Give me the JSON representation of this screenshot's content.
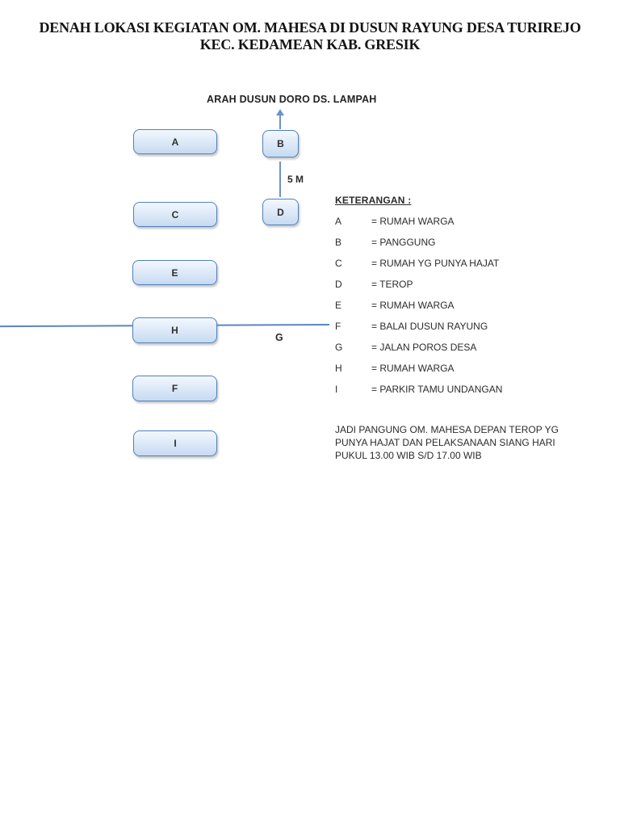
{
  "page": {
    "title_line1": "DENAH LOKASI KEGIATAN OM. MAHESA DI DUSUN RAYUNG DESA TURIREJO",
    "title_line2": "KEC. KEDAMEAN KAB. GRESIK"
  },
  "diagram": {
    "direction_label": "ARAH DUSUN DORO DS. LAMPAH",
    "distance_label": "5 M",
    "road_label": "G",
    "boxes": [
      {
        "id": "A",
        "label": "A"
      },
      {
        "id": "B",
        "label": "B"
      },
      {
        "id": "C",
        "label": "C"
      },
      {
        "id": "D",
        "label": "D"
      },
      {
        "id": "E",
        "label": "E"
      },
      {
        "id": "H",
        "label": "H"
      },
      {
        "id": "F",
        "label": "F"
      },
      {
        "id": "I",
        "label": "I"
      }
    ]
  },
  "legend": {
    "heading": "KETERANGAN :",
    "items": [
      {
        "key": "A",
        "value": "= RUMAH WARGA"
      },
      {
        "key": "B",
        "value": "= PANGGUNG"
      },
      {
        "key": "C",
        "value": "= RUMAH YG PUNYA HAJAT"
      },
      {
        "key": "D",
        "value": "= TEROP"
      },
      {
        "key": "E",
        "value": "= RUMAH WARGA"
      },
      {
        "key": "F",
        "value": "= BALAI DUSUN RAYUNG"
      },
      {
        "key": "G",
        "value": "= JALAN POROS DESA"
      },
      {
        "key": "H",
        "value": "= RUMAH WARGA"
      },
      {
        "key": "I",
        "value": "= PARKIR TAMU UNDANGAN"
      }
    ]
  },
  "note": {
    "lines": [
      "JADI PANGUNG OM. MAHESA DEPAN TEROP YG",
      "PUNYA HAJAT DAN PELAKSANAAN SIANG HARI",
      "PUKUL 13.00 WIB S/D 17.00 WIB"
    ]
  },
  "colors": {
    "box_border": "#4f81bd",
    "box_fill_top": "#f3f8fe",
    "box_fill_bottom": "#c7daf1",
    "line_blue": "#6b93c9",
    "road_blue": "#5b85c4",
    "text": "#2b2b2b"
  }
}
